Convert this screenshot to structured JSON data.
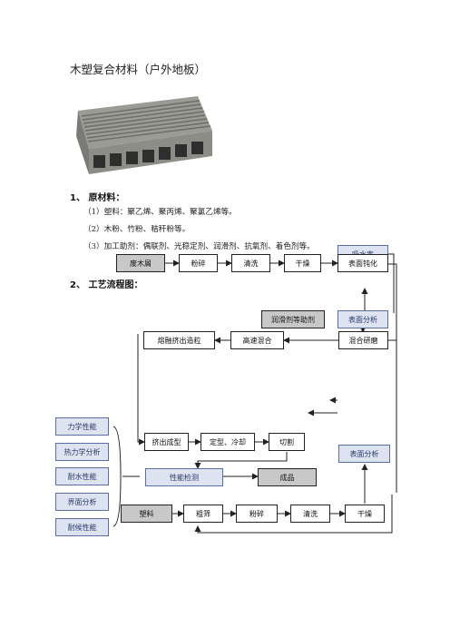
{
  "doc": {
    "title": "木塑复合材料（户外地板）",
    "section1": {
      "heading": "1、 原材料：",
      "items": [
        "（1）塑料：聚乙烯、聚丙烯、聚氯乙烯等。",
        "（2）木粉、竹粉、秸秆粉等。",
        "（3）加工助剂：偶联剂、光稳定剂、润滑剂、抗氧剂、着色剂等。"
      ]
    },
    "section2": {
      "heading": "2、 工艺流程图："
    }
  },
  "flow": {
    "xishui": "吸水率",
    "feimuxie": "废木屑",
    "fensui1": "粉碎",
    "qingxi1": "清洗",
    "ganzao1": "干燥",
    "biaomian_dunhua": "表面钝化",
    "runhua": "润滑剂等助剂",
    "biaomian_fenxi1": "表面分析",
    "rongrong": "熔融挤出造粒",
    "gaosu": "高速混合",
    "hunhe": "混合研磨",
    "lixue": "力学性能",
    "jichu": "挤出成型",
    "dingxing": "定型、冷却",
    "qiege": "切割",
    "relixue": "热力学分析",
    "biaomian_fenxi2": "表面分析",
    "naishui": "耐水性能",
    "xingneng": "性能检测",
    "chengpin": "成品",
    "jiemian": "界面分析",
    "suliao": "塑料",
    "cushai": "粗筛",
    "fensui2": "粉碎",
    "qingxi2": "清洗",
    "ganzao2": "干燥",
    "naihou": "耐候性能"
  }
}
